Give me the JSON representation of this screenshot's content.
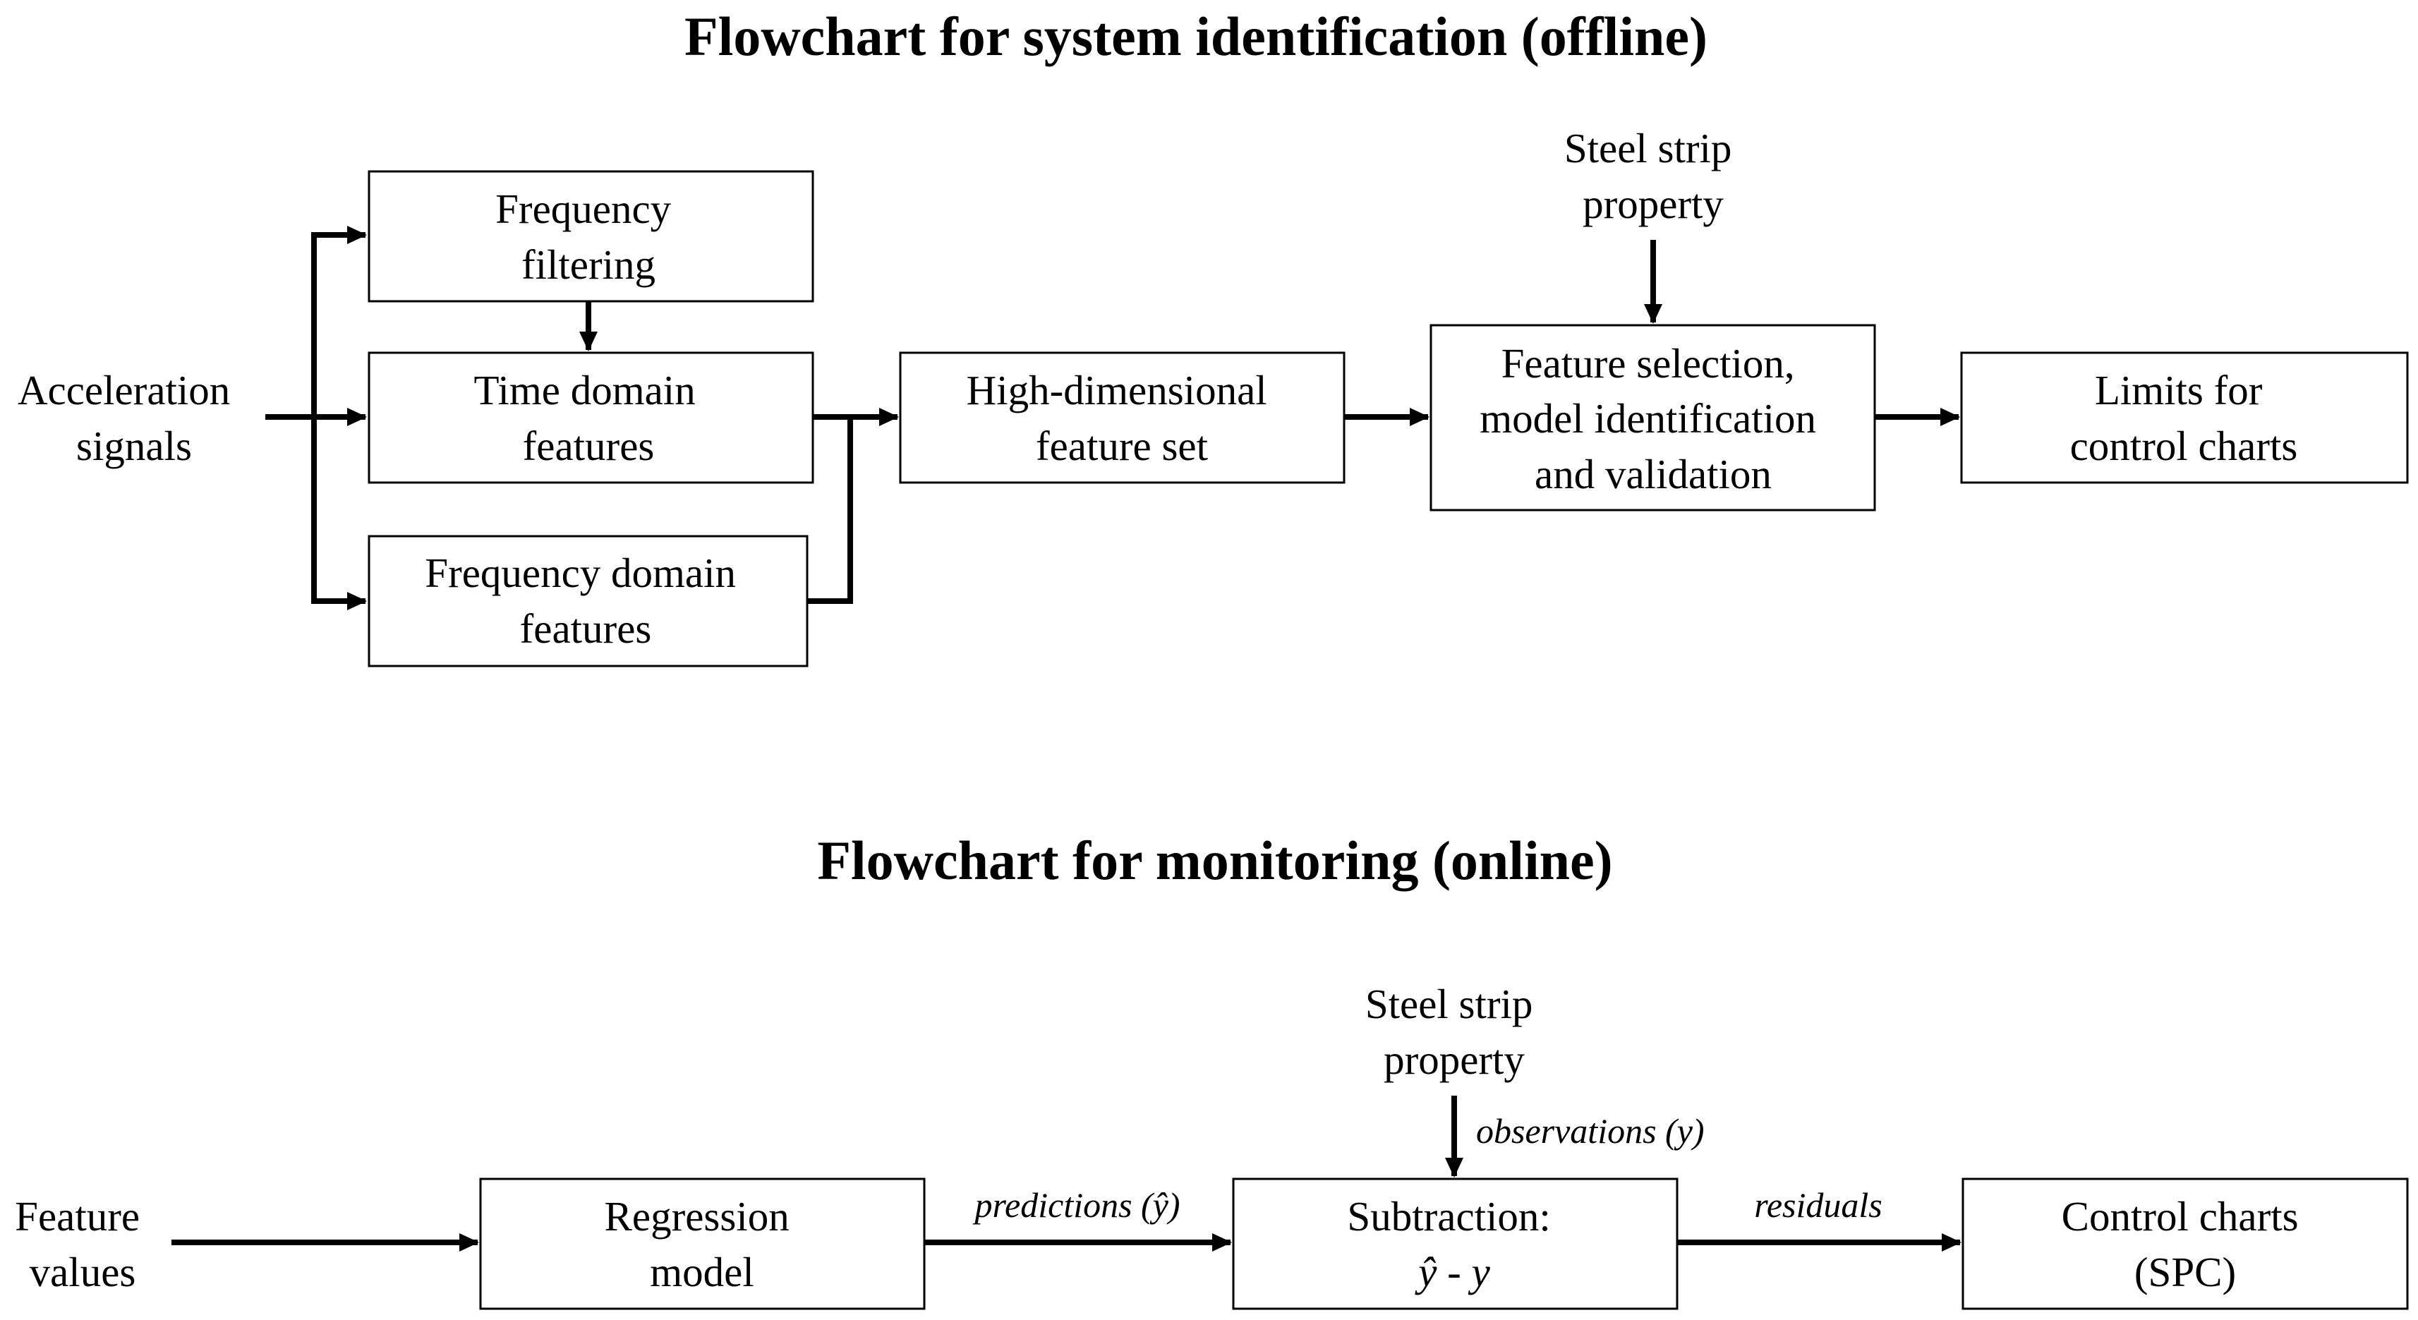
{
  "offline": {
    "title": "Flowchart for system identification (offline)",
    "input": [
      "Acceleration",
      "signals"
    ],
    "freq_filtering": [
      "Frequency",
      "filtering"
    ],
    "time_domain": [
      "Time domain",
      "features"
    ],
    "freq_domain": [
      "Frequency domain",
      "features"
    ],
    "high_dim": [
      "High-dimensional",
      "feature set"
    ],
    "steel_strip": [
      "Steel strip",
      "property"
    ],
    "feature_selection": [
      "Feature selection,",
      "model identification",
      "and validation"
    ],
    "limits": [
      "Limits for",
      "control charts"
    ]
  },
  "online": {
    "title": "Flowchart for monitoring (online)",
    "input": [
      "Feature",
      "values"
    ],
    "regression": [
      "Regression",
      "model"
    ],
    "predictions": "predictions (ŷ)",
    "steel_strip": [
      "Steel strip",
      "property"
    ],
    "observations": "observations (y)",
    "subtraction": [
      "Subtraction:",
      "ŷ - y"
    ],
    "residuals": "residuals",
    "control_charts": [
      "Control charts",
      "(SPC)"
    ]
  }
}
